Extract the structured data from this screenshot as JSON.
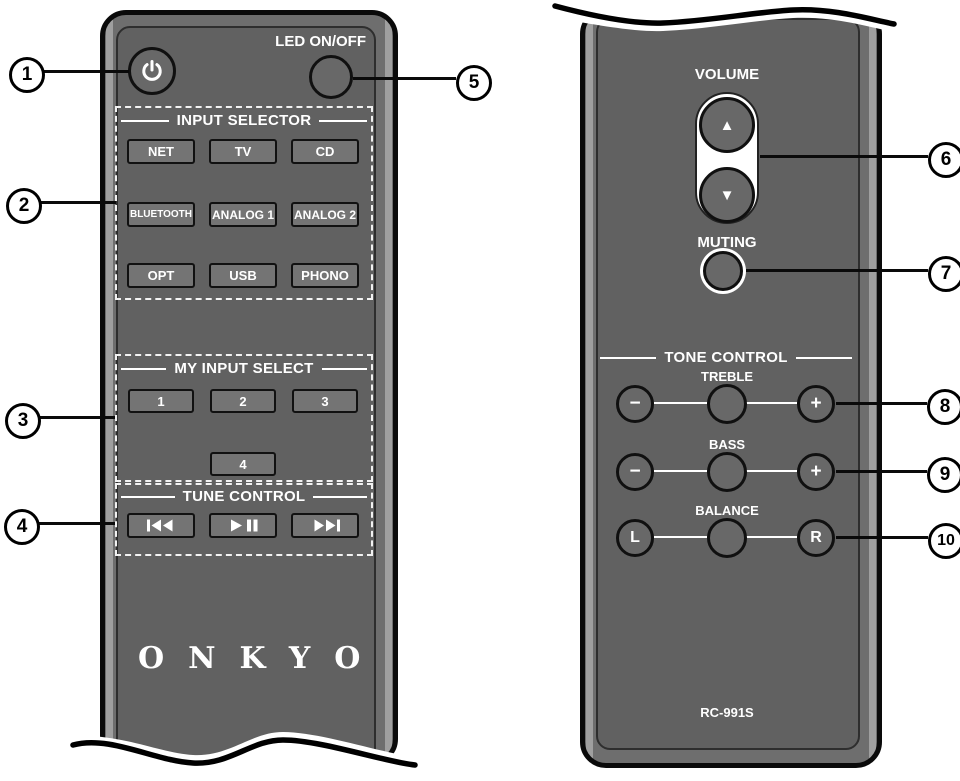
{
  "left_remote": {
    "led_button_label": "LED ON/OFF",
    "input_selector": {
      "title": "INPUT SELECTOR",
      "buttons": [
        "NET",
        "TV",
        "CD",
        "BLUETOOTH",
        "ANALOG 1",
        "ANALOG 2",
        "OPT",
        "USB",
        "PHONO"
      ]
    },
    "my_input_select": {
      "title": "MY INPUT SELECT",
      "buttons": [
        "1",
        "2",
        "3",
        "4"
      ]
    },
    "tune_control": {
      "title": "TUNE CONTROL"
    },
    "brand_logo": "ONKYO"
  },
  "right_remote": {
    "volume": {
      "label": "VOLUME",
      "up_icon": "▲",
      "down_icon": "▼"
    },
    "muting_label": "MUTING",
    "tone_control": {
      "title": "TONE CONTROL",
      "rows": [
        {
          "label": "TREBLE",
          "left": "−",
          "right": "+"
        },
        {
          "label": "BASS",
          "left": "−",
          "right": "+"
        },
        {
          "label": "BALANCE",
          "left": "L",
          "right": "R"
        }
      ]
    },
    "model": "RC-991S"
  },
  "callouts": {
    "labels": [
      "1",
      "2",
      "3",
      "4",
      "5",
      "6",
      "7",
      "8",
      "9",
      "10"
    ]
  },
  "icons": {
    "power": "power-icon",
    "previous": "previous-track-icon",
    "play_pause": "play-pause-icon",
    "next": "next-track-icon"
  },
  "colors": {
    "body": "#6e6e6e",
    "face": "#616161",
    "button": "#747474",
    "outline": "#0f0f0f",
    "text": "#ffffff"
  }
}
